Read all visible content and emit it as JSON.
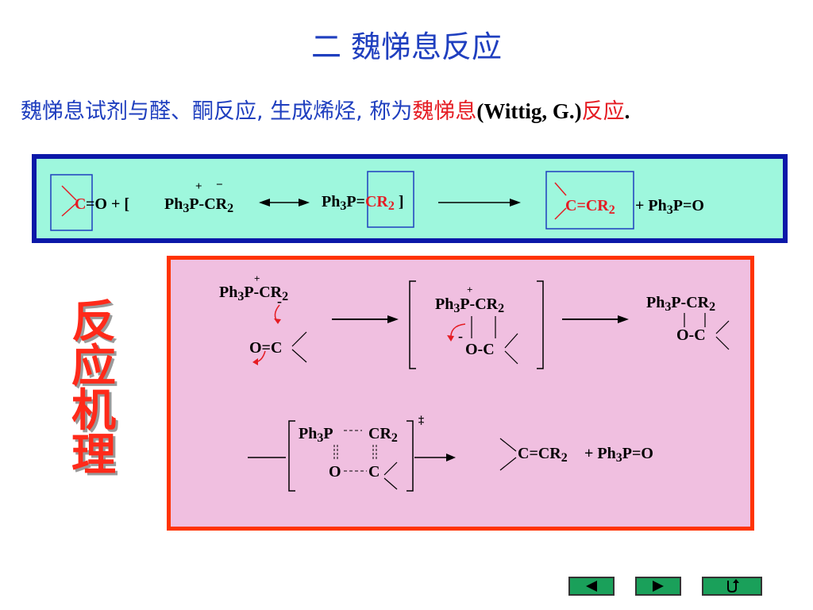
{
  "title": "二  魏悌息反应",
  "subtitle": {
    "part1": "魏悌息试剂与醛、酮反应, 生成烯烃, 称为",
    "red1": "魏悌息",
    "latin": "(Wittig, G.)",
    "red2": "反应",
    "end": "."
  },
  "side_label": [
    "反",
    "应",
    "机",
    "理"
  ],
  "equation": {
    "c_o_c": "C",
    "c_o_rest": "=O  +  [ ",
    "ph": "Ph",
    "three": "3",
    "ylide1": "P-CR",
    "two": "2",
    "plus": "+",
    "minus": "−",
    "ph3p_eq": "P=",
    "cr": "CR",
    "bracket_close": " ]",
    "product": "C=CR",
    "plus_byproduct": "  +  ",
    "byproduct_tail": "P=O"
  },
  "mechanism": {
    "step1_ylide": "P-CR",
    "step1_carbonyl": "O=C",
    "plus": "+",
    "minus": "-",
    "betaine_top": "P-CR",
    "betaine_bottom": "O-C",
    "ox_top": "P-CR",
    "ox_bottom": "O-C",
    "ts_top_left": "P",
    "ts_top_right": "CR",
    "ts_bottom_left": "O",
    "ts_bottom_right": "C",
    "dagger": "‡",
    "final_product": "C=CR",
    "final_plus": "  +  ",
    "final_tail": "P=O"
  },
  "nav": {
    "prev": "prev-arrow-icon",
    "next": "next-arrow-icon",
    "return": "return-icon"
  }
}
